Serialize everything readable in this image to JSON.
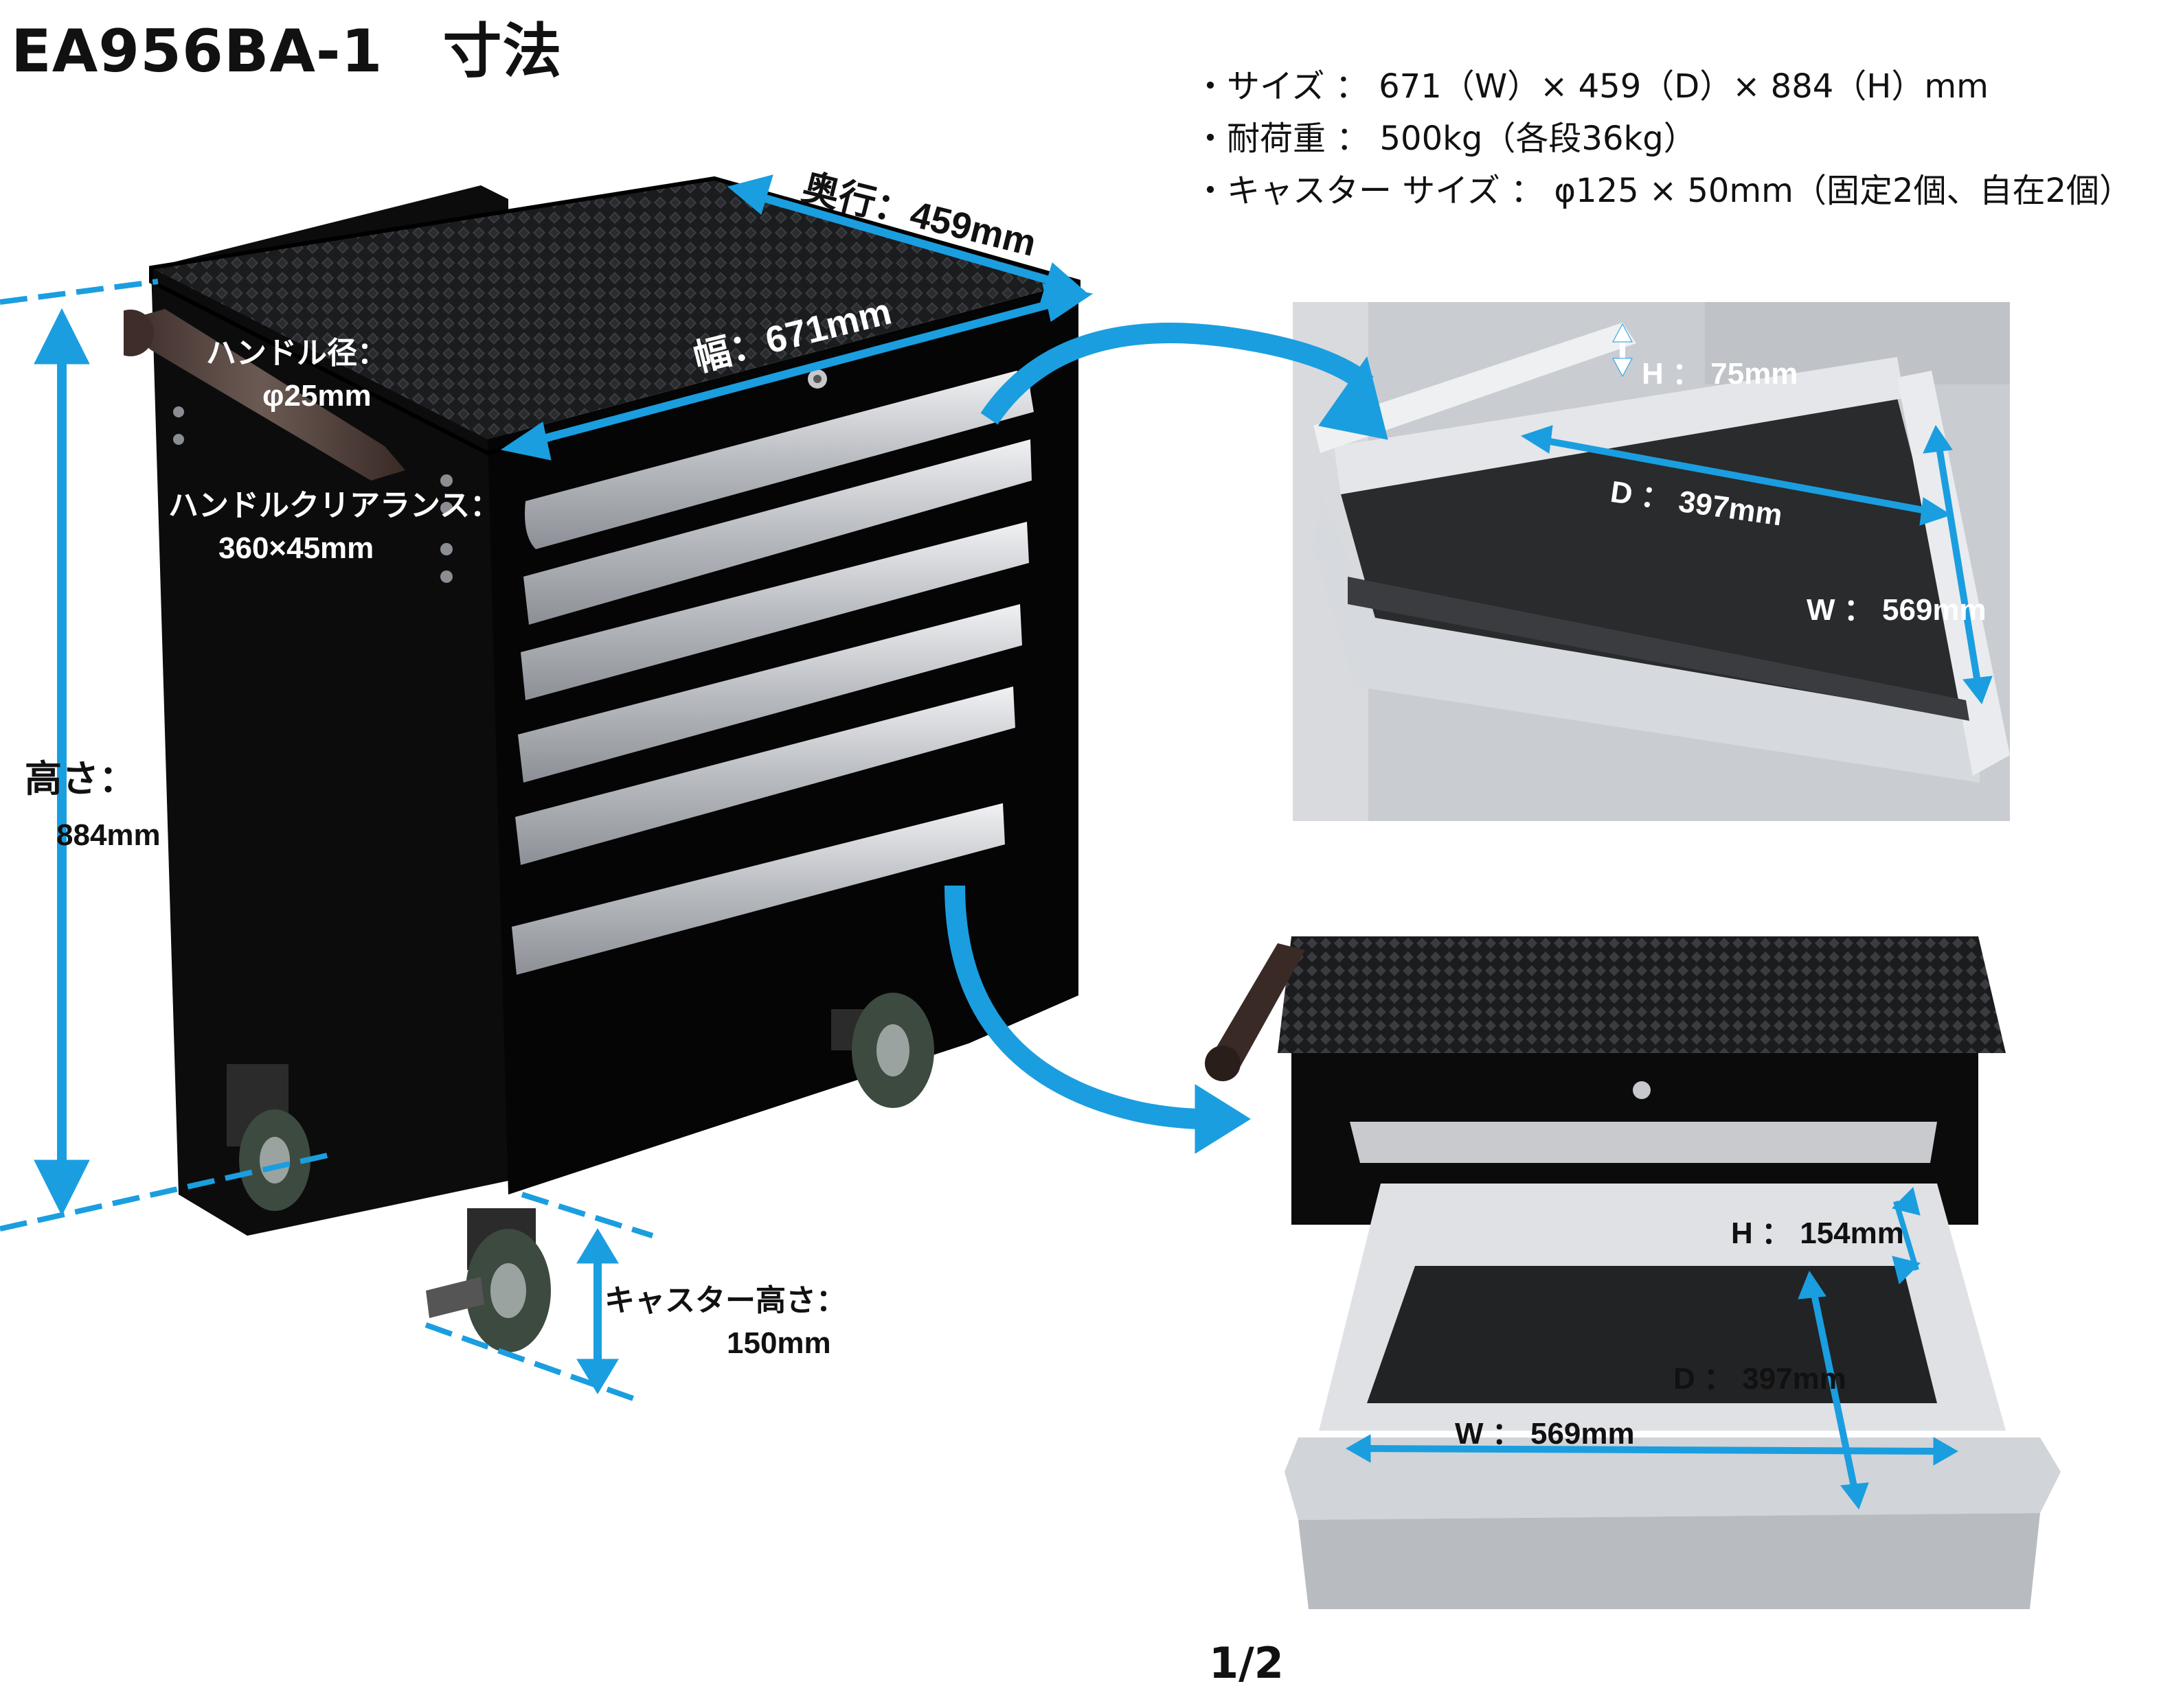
{
  "title": "EA956BA-1　寸法",
  "specs": [
    "・サイズ ： 671（W）× 459（D）× 884（H）mm",
    "・耐荷重 ： 500kg（各段36kg）",
    "・キャスター サイズ ： φ125 × 50mm（固定2個、自在2個）"
  ],
  "cabinet": {
    "depth_label": "奥行：459mm",
    "width_label": "幅：671mm",
    "handle_diameter_label": "ハンドル径：",
    "handle_diameter_value": "φ25mm",
    "handle_clearance_label": "ハンドルクリアランス：",
    "handle_clearance_value": "360×45mm",
    "height_label": "高さ：",
    "height_value": "884mm",
    "caster_height_label": "キャスター高さ：",
    "caster_height_value": "150mm"
  },
  "drawer_small": {
    "h_label": "H ： 75mm",
    "d_label": "D ： 397mm",
    "w_label": "W ： 569mm"
  },
  "drawer_large": {
    "h_label": "H ： 154mm",
    "d_label": "D ： 397mm",
    "w_label": "W ： 569mm"
  },
  "page_number": "1/2",
  "colors": {
    "arrow": "#1a9ee0",
    "cabinet": "#0a0a0a",
    "drawer_handle": "#c8cace",
    "drawer_interior": "#dfe1e4",
    "mat": "#1e1f21"
  }
}
